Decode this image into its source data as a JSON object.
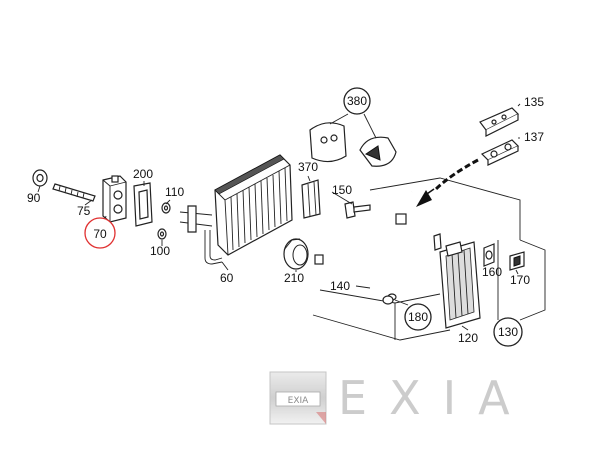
{
  "diagram": {
    "labels": {
      "p90": "90",
      "p75": "75",
      "p70": "70",
      "p200": "200",
      "p110": "110",
      "p100": "100",
      "p60": "60",
      "p370": "370",
      "p380": "380",
      "p150": "150",
      "p210": "210",
      "p140": "140",
      "p135": "135",
      "p137": "137",
      "p160": "160",
      "p170": "170",
      "p180": "180",
      "p120": "120",
      "p130": "130"
    },
    "highlight_color": "#e03030"
  },
  "watermark": {
    "brand": "EXIA",
    "badge": "EXIA"
  }
}
